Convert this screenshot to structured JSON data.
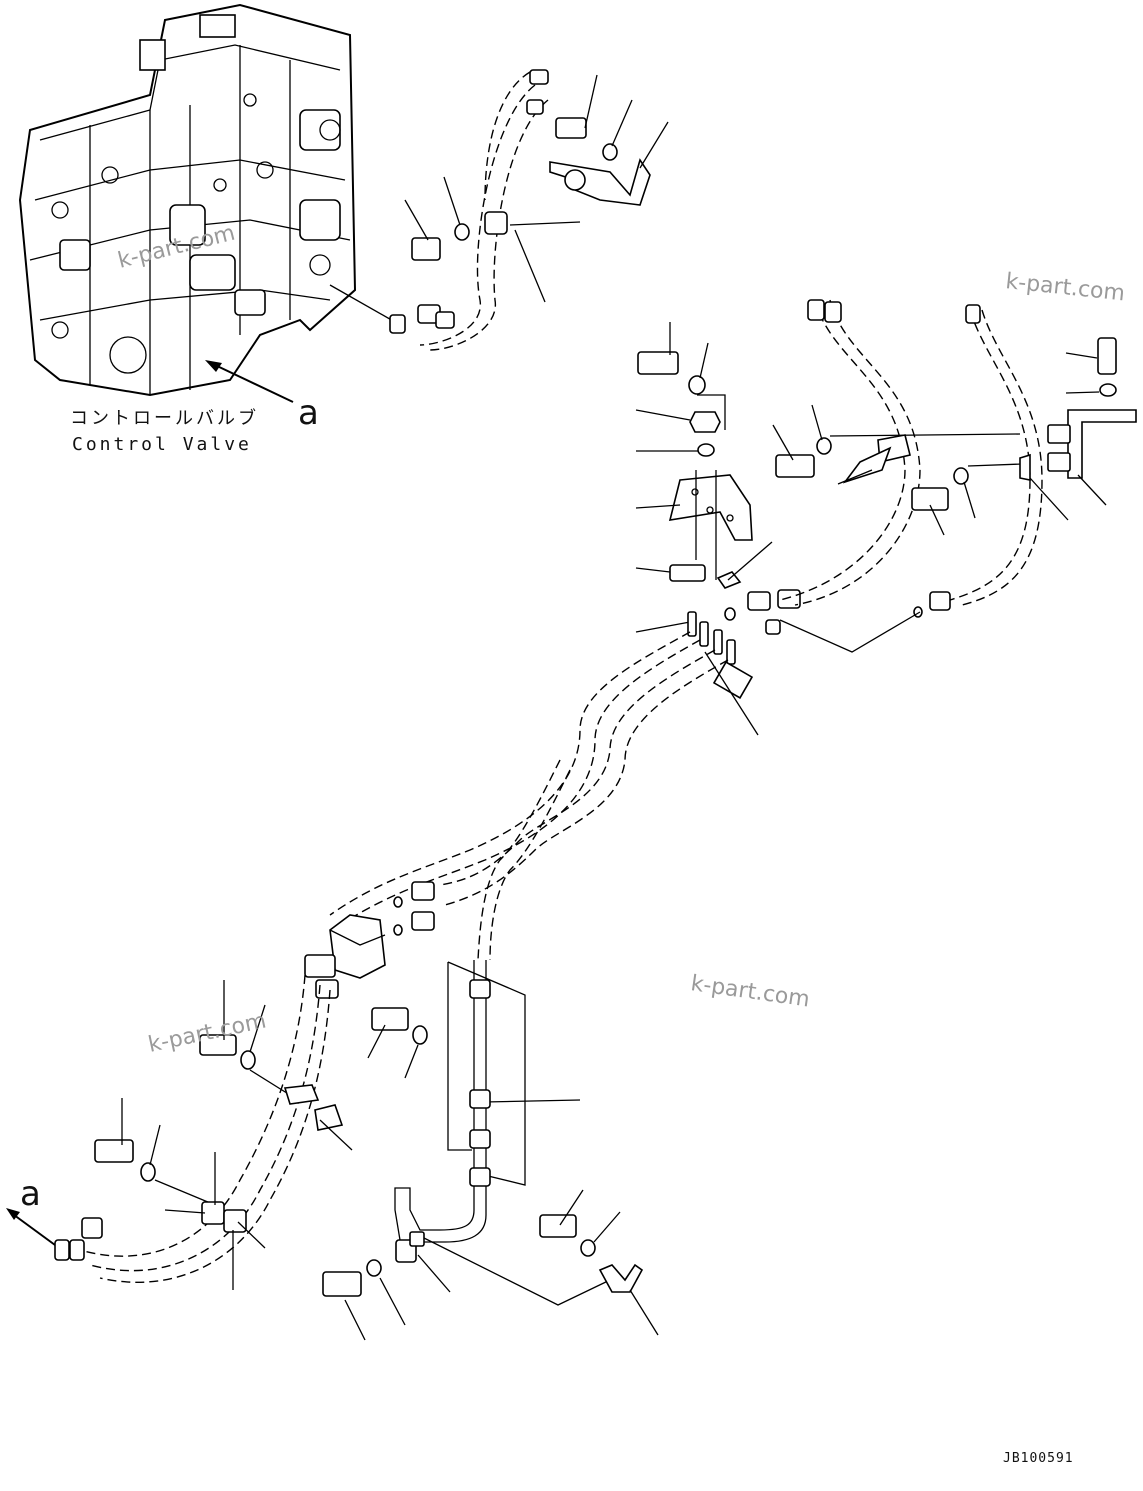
{
  "labels": {
    "component_jp": "コントロールバルブ",
    "component_en": "Control Valve",
    "view_ref_top": "a",
    "view_ref_bottom": "a",
    "drawing_code": "JB100591"
  },
  "watermarks": [
    "k-part.com",
    "k-part.com",
    "k-part.com",
    "k-part.com"
  ]
}
